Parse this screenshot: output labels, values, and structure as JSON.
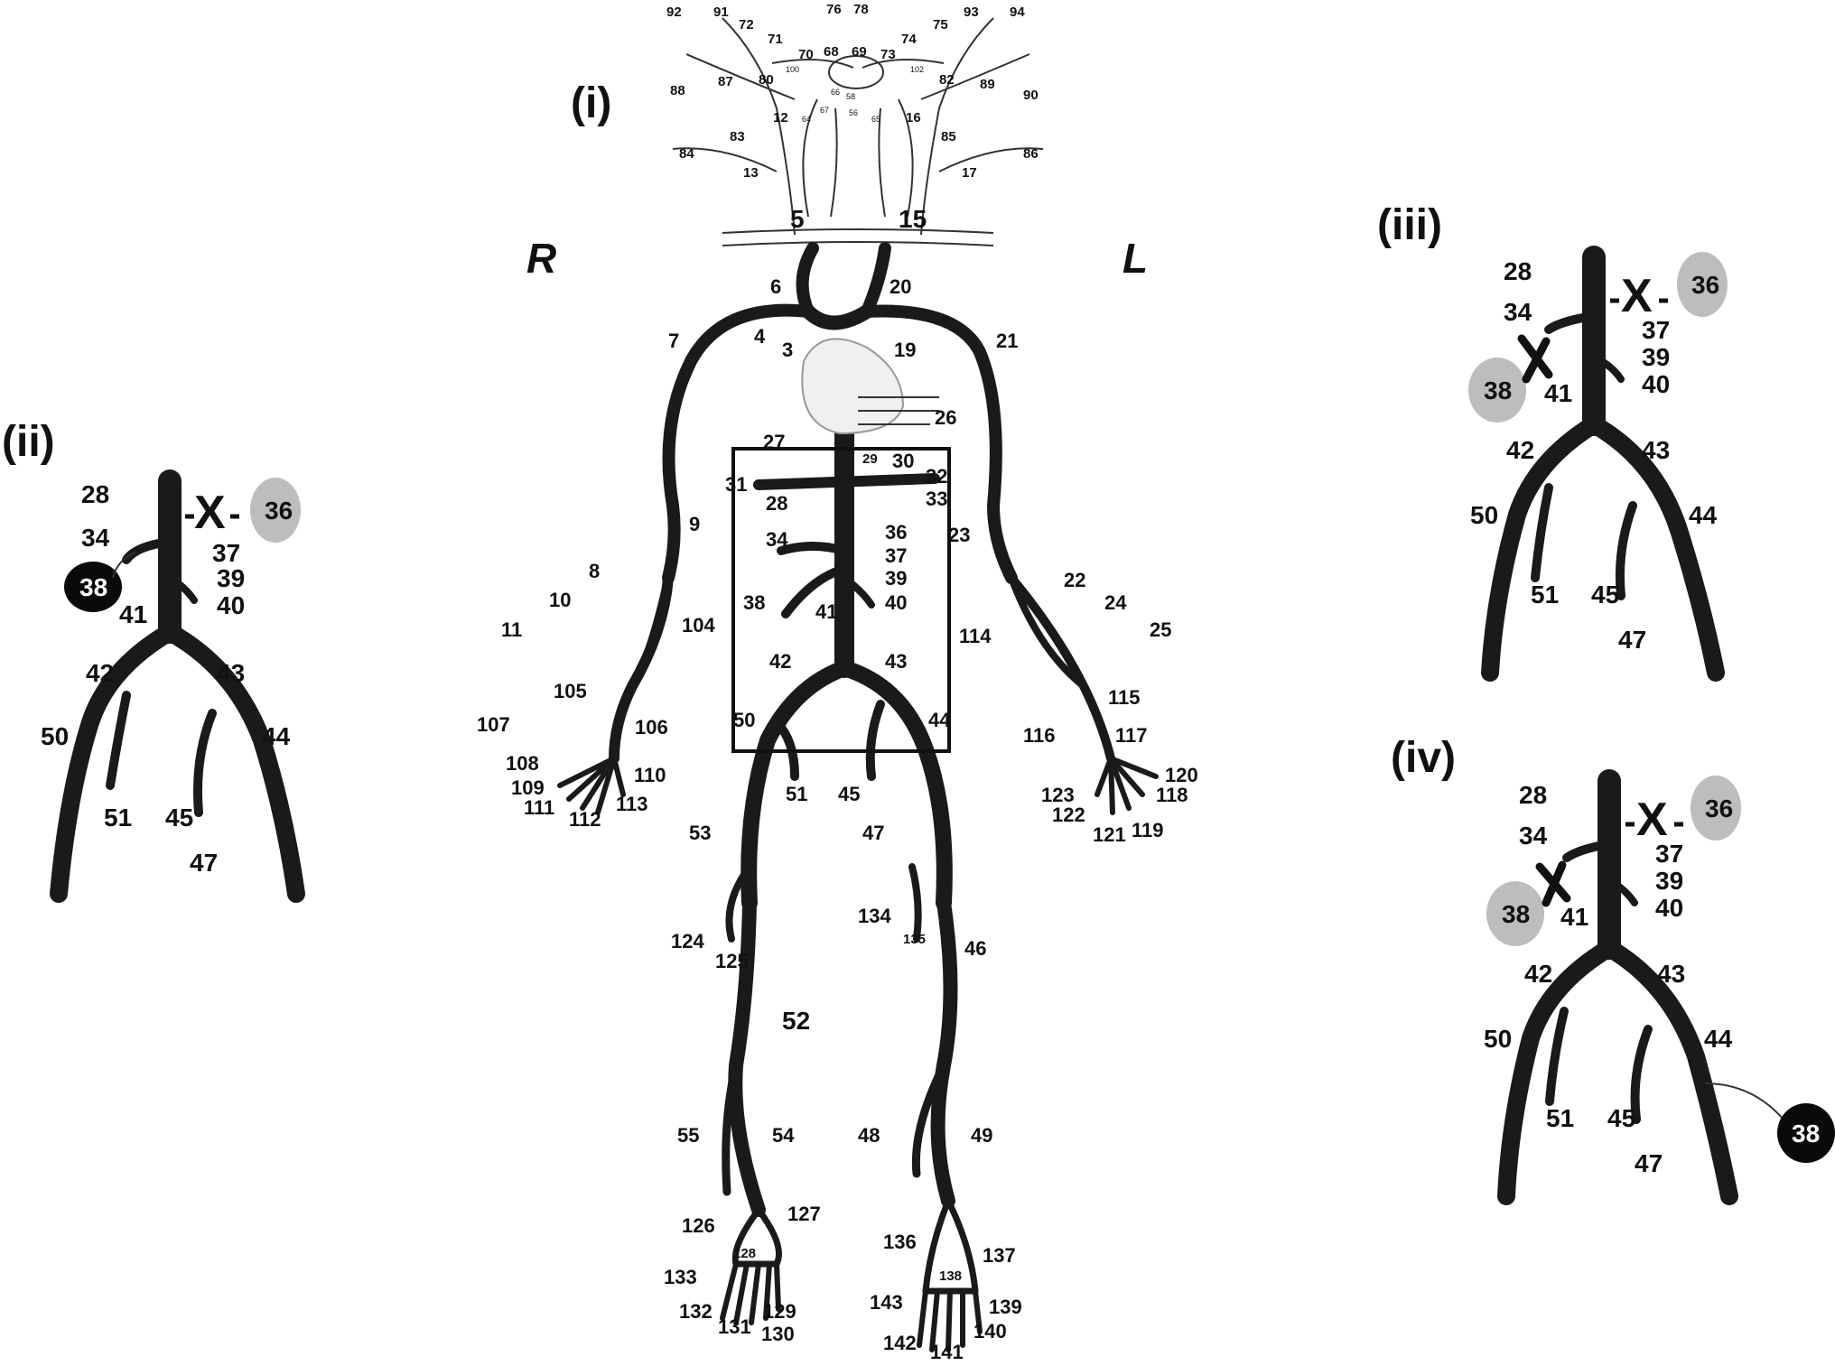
{
  "panels": {
    "i": {
      "tag": "(i)",
      "side_right": "R",
      "side_left": "L",
      "labels": {
        "head": [
          "92",
          "91",
          "72",
          "71",
          "76",
          "78",
          "74",
          "75",
          "93",
          "94",
          "70",
          "68",
          "69",
          "73",
          "100",
          "102",
          "88",
          "87",
          "80",
          "82",
          "89",
          "90",
          "12",
          "64",
          "67",
          "66",
          "65",
          "16",
          "83",
          "85",
          "84",
          "13",
          "17",
          "86",
          "5",
          "15"
        ],
        "thorax": [
          "6",
          "20",
          "7",
          "4",
          "3",
          "19",
          "21",
          "26",
          "27",
          "29",
          "30",
          "31",
          "32",
          "33",
          "28",
          "23",
          "9",
          "36",
          "34",
          "37",
          "8",
          "39",
          "10",
          "38",
          "41",
          "40",
          "104",
          "11",
          "114",
          "42",
          "43",
          "105",
          "107",
          "106",
          "50",
          "44",
          "115",
          "116",
          "117",
          "108",
          "110",
          "109",
          "111",
          "113",
          "112",
          "120",
          "123",
          "118",
          "122",
          "121",
          "119",
          "51",
          "45",
          "53",
          "47"
        ],
        "legs": [
          "124",
          "125",
          "134",
          "135",
          "46",
          "52",
          "55",
          "54",
          "48",
          "49",
          "126",
          "127",
          "128",
          "133",
          "132",
          "131",
          "129",
          "130",
          "136",
          "137",
          "138",
          "143",
          "139",
          "142",
          "141",
          "140"
        ],
        "arm_right": [
          "22",
          "24",
          "25"
        ],
        "head_tiny": [
          "58",
          "56"
        ]
      }
    },
    "ii": {
      "tag": "(ii)",
      "labels": [
        "28",
        "34",
        "37",
        "39",
        "40",
        "41",
        "42",
        "43",
        "50",
        "44",
        "51",
        "45",
        "47"
      ],
      "grey_node": "36",
      "black_node": "38",
      "mark": "X"
    },
    "iii": {
      "tag": "(iii)",
      "labels": [
        "28",
        "34",
        "37",
        "39",
        "40",
        "41",
        "42",
        "43",
        "50",
        "44",
        "51",
        "45",
        "47"
      ],
      "grey_node_a": "36",
      "grey_node_b": "38",
      "mark": "X"
    },
    "iv": {
      "tag": "(iv)",
      "labels": [
        "28",
        "34",
        "37",
        "39",
        "40",
        "41",
        "42",
        "43",
        "50",
        "44",
        "51",
        "45",
        "47"
      ],
      "grey_node_a": "36",
      "grey_node_b": "38",
      "black_node": "38",
      "mark": "X"
    }
  },
  "colors": {
    "vessel": "#1a1a1a",
    "grey_node": "#bdbdbd",
    "black_node": "#0a0a0a",
    "background": "#ffffff"
  }
}
